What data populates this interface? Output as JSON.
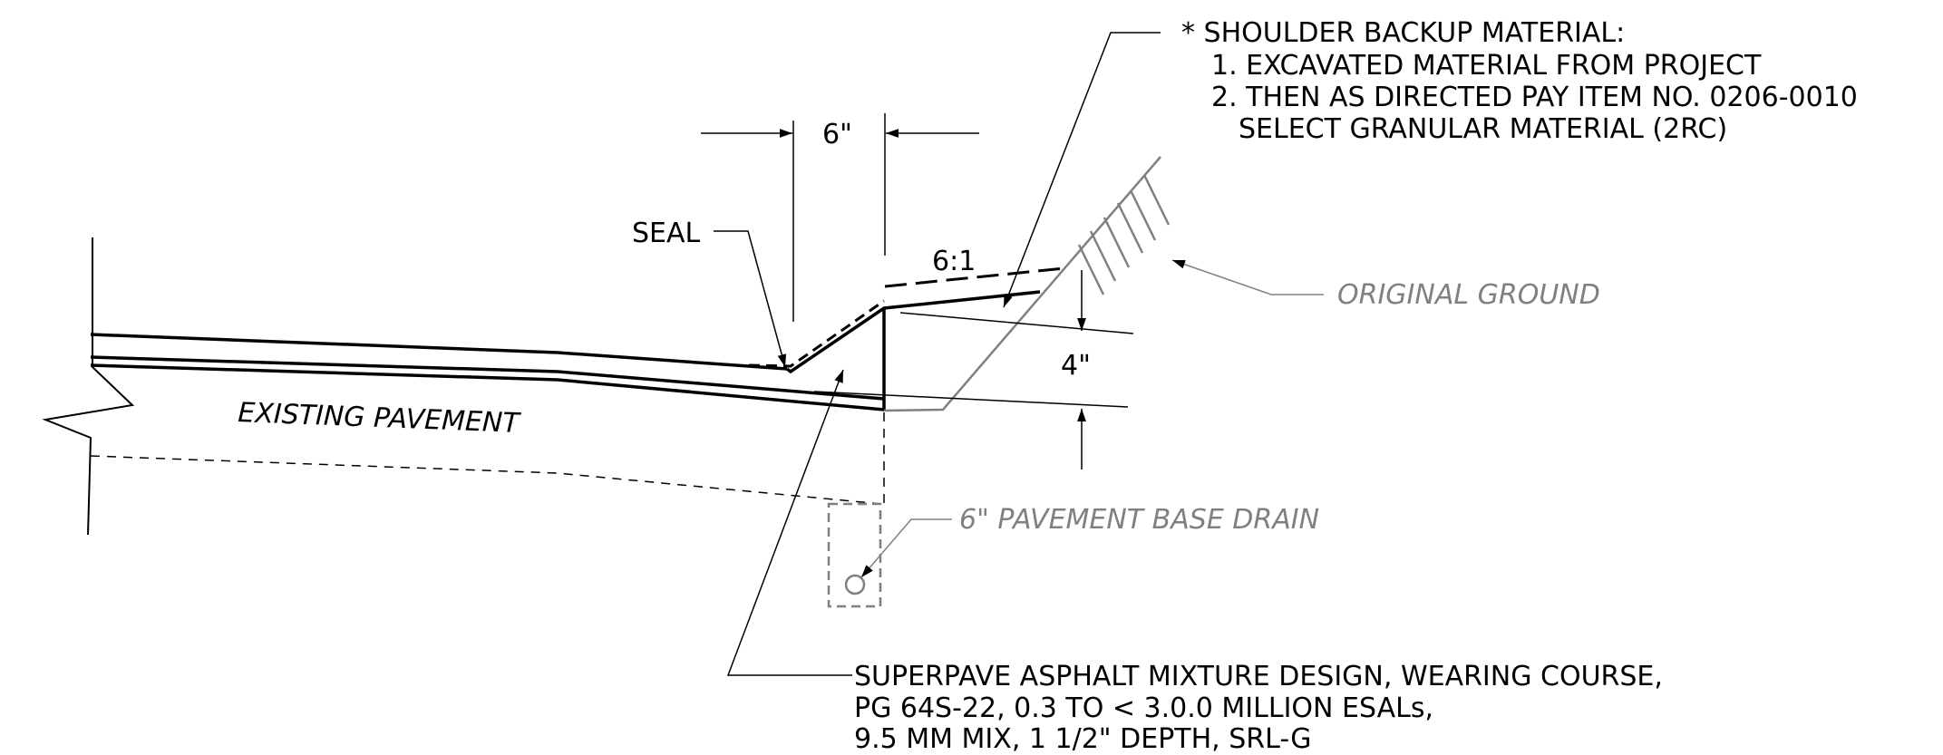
{
  "colors": {
    "line": "#000000",
    "secondary": "#808080",
    "background": "#ffffff"
  },
  "notes": {
    "shoulder_backup": {
      "title": "* SHOULDER BACKUP MATERIAL:",
      "item1": "1. EXCAVATED MATERIAL FROM PROJECT",
      "item2": "2. THEN AS DIRECTED PAY ITEM NO. 0206-0010",
      "item2_cont": "SELECT GRANULAR MATERIAL (2RC)"
    },
    "superpave": {
      "line1": "SUPERPAVE ASPHALT MIXTURE DESIGN, WEARING COURSE,",
      "line2": "PG 64S-22, 0.3 TO < 3.0.0 MILLION ESALs,",
      "line3": "9.5 MM MIX, 1 1/2\" DEPTH, SRL-G"
    }
  },
  "labels": {
    "seal": "SEAL",
    "slope": "6:1",
    "original_ground": "ORIGINAL GROUND",
    "existing_pavement": "EXISTING PAVEMENT",
    "base_drain": "6\" PAVEMENT BASE DRAIN"
  },
  "dimensions": {
    "width": "6\"",
    "depth": "4\""
  }
}
